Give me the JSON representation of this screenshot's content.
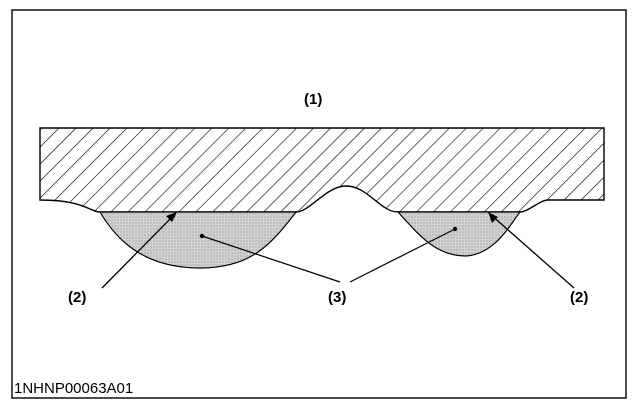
{
  "diagram": {
    "labels": {
      "top": "(1)",
      "left": "(2)",
      "center": "(3)",
      "right": "(2)"
    },
    "code": "1NHNP00063A01"
  }
}
